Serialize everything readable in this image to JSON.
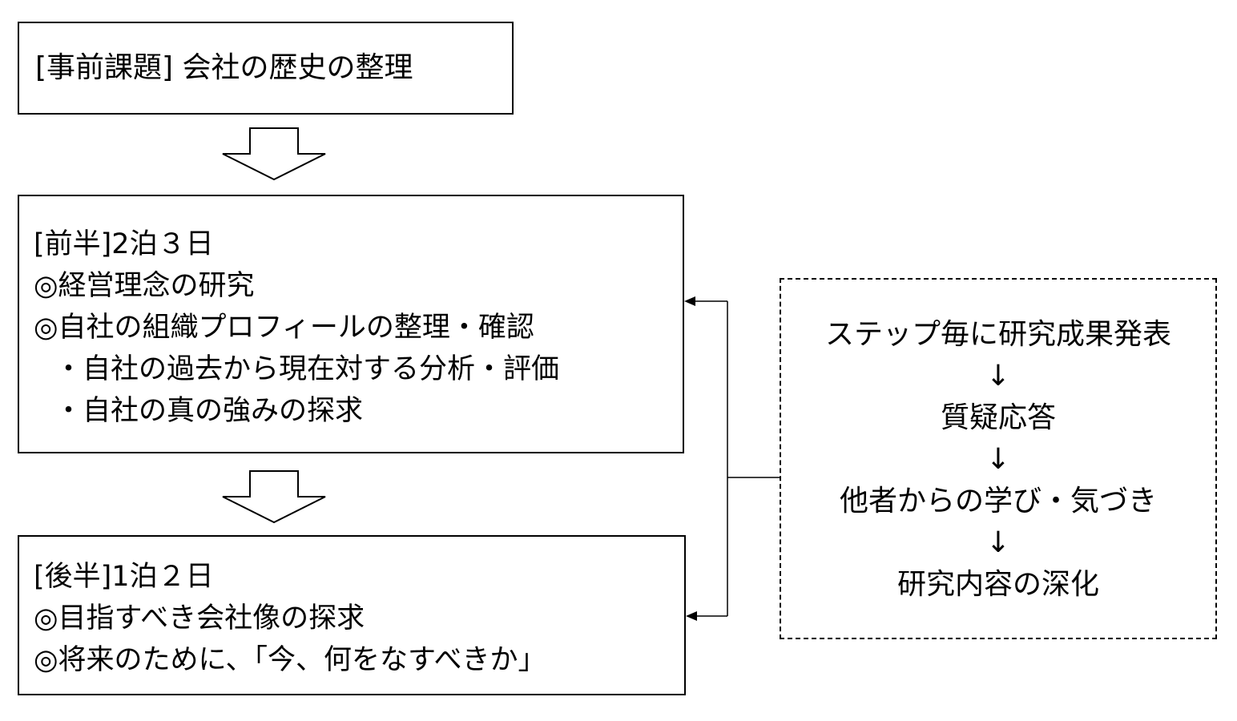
{
  "prework": {
    "title": "[事前課題]  会社の歴史の整理"
  },
  "first_half": {
    "lines": [
      "[前半]2泊３日",
      "◎経営理念の研究",
      "◎自社の組織プロフィールの整理・確認",
      "・自社の過去から現在対する分析・評価",
      "・自社の真の強みの探求"
    ]
  },
  "second_half": {
    "lines": [
      "[後半]1泊２日",
      "◎目指すべき会社像の探求",
      "◎将来のために、「今、何をなすべきか」"
    ]
  },
  "cycle": {
    "steps": [
      "ステップ毎に研究成果発表",
      "↓",
      "質疑応答",
      "↓",
      "他者からの学び・気づき",
      "↓",
      "研究内容の深化"
    ]
  }
}
